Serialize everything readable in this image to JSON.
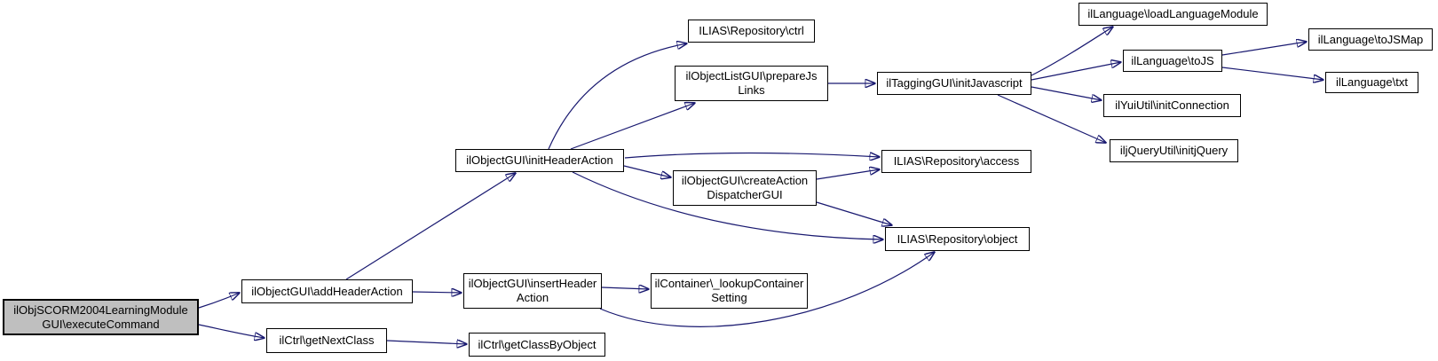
{
  "diagram": {
    "type": "call-graph",
    "edge_color": "#191970",
    "root_fill": "#bfbfbf",
    "node_fill": "#ffffff",
    "node_border": "#000000",
    "nodes": [
      {
        "id": "executeCommand",
        "label": "ilObjSCORM2004LearningModule\nGUI\\executeCommand",
        "root": true
      },
      {
        "id": "addHeaderAction",
        "label": "ilObjectGUI\\addHeaderAction"
      },
      {
        "id": "getNextClass",
        "label": "ilCtrl\\getNextClass"
      },
      {
        "id": "getClassByObject",
        "label": "ilCtrl\\getClassByObject"
      },
      {
        "id": "insertHeaderAction",
        "label": "ilObjectGUI\\insertHeader\nAction"
      },
      {
        "id": "lookupContainerSetting",
        "label": "ilContainer\\_lookupContainer\nSetting"
      },
      {
        "id": "initHeaderAction",
        "label": "ilObjectGUI\\initHeaderAction"
      },
      {
        "id": "createActionDispatcherGUI",
        "label": "ilObjectGUI\\createAction\nDispatcherGUI"
      },
      {
        "id": "repositoryCtrl",
        "label": "ILIAS\\Repository\\ctrl"
      },
      {
        "id": "prepareJsLinks",
        "label": "ilObjectListGUI\\prepareJs\nLinks"
      },
      {
        "id": "initJavascript",
        "label": "ilTaggingGUI\\initJavascript"
      },
      {
        "id": "loadLanguageModule",
        "label": "ilLanguage\\loadLanguageModule"
      },
      {
        "id": "toJS",
        "label": "ilLanguage\\toJS"
      },
      {
        "id": "toJSMap",
        "label": "ilLanguage\\toJSMap"
      },
      {
        "id": "txt",
        "label": "ilLanguage\\txt"
      },
      {
        "id": "initConnection",
        "label": "ilYuiUtil\\initConnection"
      },
      {
        "id": "initjQuery",
        "label": "iljQueryUtil\\initjQuery"
      },
      {
        "id": "repositoryAccess",
        "label": "ILIAS\\Repository\\access"
      },
      {
        "id": "repositoryObject",
        "label": "ILIAS\\Repository\\object"
      }
    ],
    "edges": [
      {
        "from": "executeCommand",
        "to": "addHeaderAction"
      },
      {
        "from": "executeCommand",
        "to": "getNextClass"
      },
      {
        "from": "addHeaderAction",
        "to": "initHeaderAction"
      },
      {
        "from": "addHeaderAction",
        "to": "insertHeaderAction"
      },
      {
        "from": "getNextClass",
        "to": "getClassByObject"
      },
      {
        "from": "insertHeaderAction",
        "to": "lookupContainerSetting"
      },
      {
        "from": "insertHeaderAction",
        "to": "repositoryObject"
      },
      {
        "from": "initHeaderAction",
        "to": "repositoryCtrl"
      },
      {
        "from": "initHeaderAction",
        "to": "prepareJsLinks"
      },
      {
        "from": "initHeaderAction",
        "to": "repositoryAccess"
      },
      {
        "from": "initHeaderAction",
        "to": "createActionDispatcherGUI"
      },
      {
        "from": "initHeaderAction",
        "to": "repositoryObject"
      },
      {
        "from": "createActionDispatcherGUI",
        "to": "repositoryAccess"
      },
      {
        "from": "createActionDispatcherGUI",
        "to": "repositoryObject"
      },
      {
        "from": "prepareJsLinks",
        "to": "initJavascript"
      },
      {
        "from": "initJavascript",
        "to": "loadLanguageModule"
      },
      {
        "from": "initJavascript",
        "to": "toJS"
      },
      {
        "from": "initJavascript",
        "to": "initConnection"
      },
      {
        "from": "initJavascript",
        "to": "initjQuery"
      },
      {
        "from": "toJS",
        "to": "toJSMap"
      },
      {
        "from": "toJS",
        "to": "txt"
      }
    ]
  }
}
